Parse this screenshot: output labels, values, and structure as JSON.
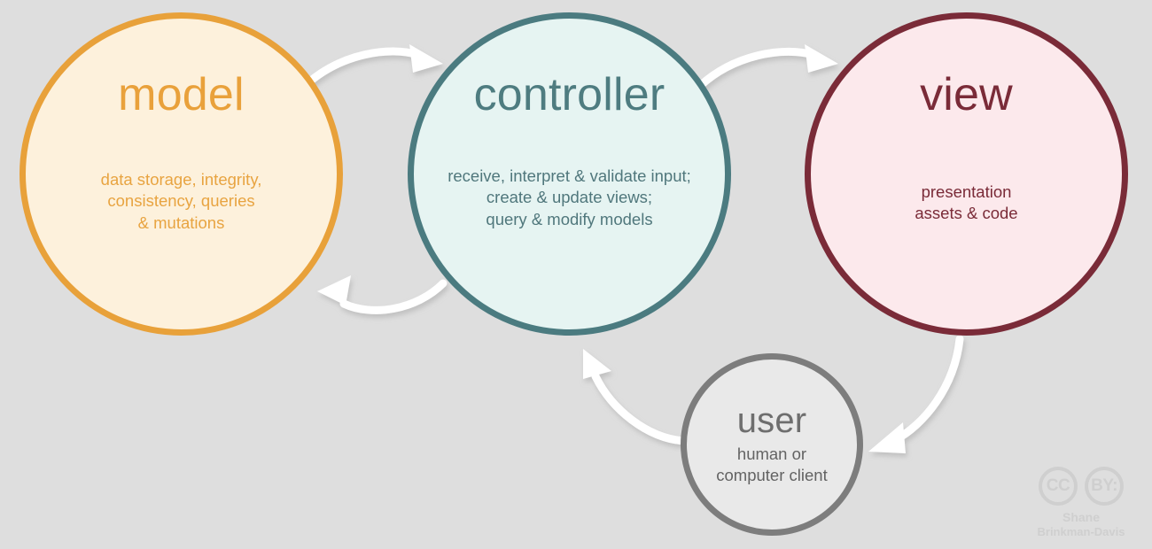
{
  "diagram": {
    "background_color": "#dedede",
    "nodes": [
      {
        "id": "model",
        "title": "model",
        "description": "data storage, integrity,\nconsistency, queries\n& mutations",
        "border_color": "#e8a13a",
        "fill_color": "#fdf1dc",
        "text_color": "#e9a13b"
      },
      {
        "id": "controller",
        "title": "controller",
        "description": "receive, interpret & validate input;\ncreate & update views;\nquery & modify models",
        "border_color": "#4b7b80",
        "fill_color": "#e6f4f2",
        "text_color": "#4e7c80"
      },
      {
        "id": "view",
        "title": "view",
        "description": "presentation\nassets & code",
        "border_color": "#7a2b38",
        "fill_color": "#fce9ec",
        "text_color": "#7a2b38"
      },
      {
        "id": "user",
        "title": "user",
        "description": "human or\ncomputer client",
        "border_color": "#7d7d7d",
        "fill_color": "#e9e9e9",
        "text_color": "#6e6e6e"
      }
    ],
    "arrows": [
      {
        "id": "model-to-controller",
        "from": "model",
        "to": "controller",
        "color": "#ffffff"
      },
      {
        "id": "controller-to-model",
        "from": "controller",
        "to": "model",
        "color": "#ffffff"
      },
      {
        "id": "controller-to-view",
        "from": "controller",
        "to": "view",
        "color": "#ffffff"
      },
      {
        "id": "view-to-user",
        "from": "view",
        "to": "user",
        "color": "#ffffff"
      },
      {
        "id": "user-to-controller",
        "from": "user",
        "to": "controller",
        "color": "#ffffff"
      }
    ]
  },
  "license": {
    "cc_label": "CC",
    "by_label": "BY:",
    "author_line1": "Shane",
    "author_line2": "Brinkman-Davis",
    "color": "#cfcfcf"
  }
}
